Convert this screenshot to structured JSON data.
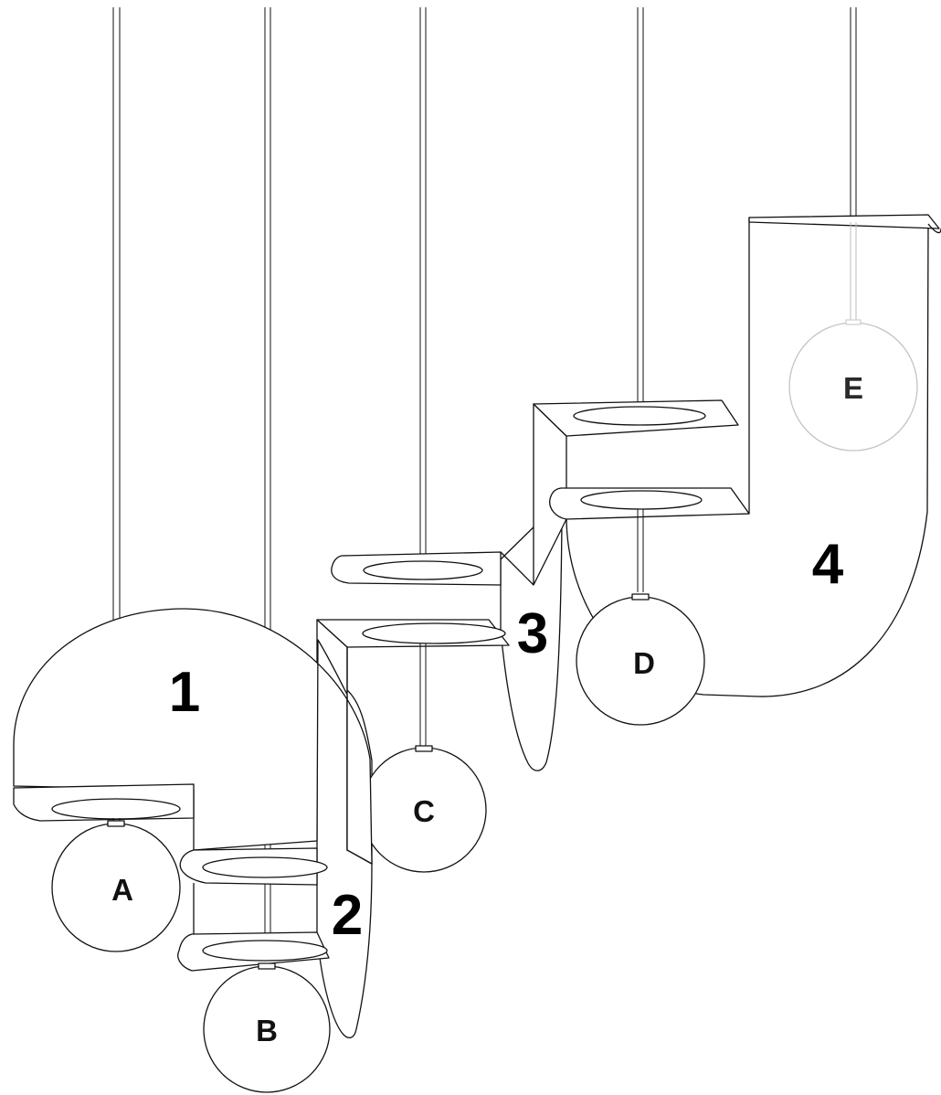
{
  "diagram": {
    "segments": [
      {
        "id": "segment-1",
        "label": "1"
      },
      {
        "id": "segment-2",
        "label": "2"
      },
      {
        "id": "segment-3",
        "label": "3"
      },
      {
        "id": "segment-4",
        "label": "4"
      }
    ],
    "globes": [
      {
        "id": "globe-a",
        "label": "A"
      },
      {
        "id": "globe-b",
        "label": "B"
      },
      {
        "id": "globe-c",
        "label": "C"
      },
      {
        "id": "globe-d",
        "label": "D"
      },
      {
        "id": "globe-e",
        "label": "E"
      }
    ],
    "colors": {
      "line": "#111111",
      "faint_line": "#bdbdbd",
      "background": "#ffffff"
    }
  }
}
